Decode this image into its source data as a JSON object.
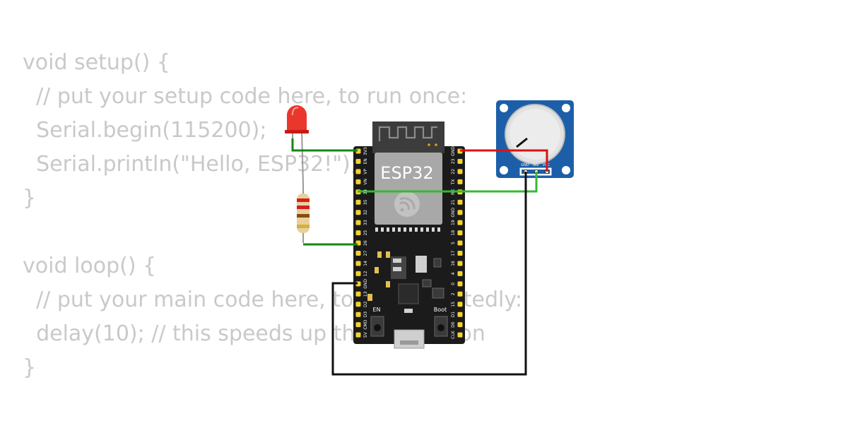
{
  "code": {
    "lines": [
      "void setup() {",
      "  // put your setup code here, to run once:",
      "  Serial.begin(115200);",
      "  Serial.println(\"Hello, ESP32!\");",
      "}",
      "",
      "void loop() {",
      "  // put your main code here, to run repeatedly:",
      "  delay(10); // this speeds up the simulation",
      "}"
    ]
  },
  "board": {
    "name": "ESP32",
    "button_en": "EN",
    "button_boot": "Boot",
    "left_pins": [
      "3V3",
      "EN",
      "VP",
      "VN",
      "34",
      "35",
      "32",
      "33",
      "25",
      "26",
      "27",
      "14",
      "12",
      "GND",
      "13",
      "D2",
      "D3",
      "CMD",
      "5V"
    ],
    "right_pins": [
      "GND",
      "23",
      "22",
      "TX",
      "RX",
      "21",
      "GND",
      "19",
      "18",
      "5",
      "17",
      "16",
      "4",
      "0",
      "2",
      "15",
      "D1",
      "D0",
      "CLK"
    ]
  },
  "potentiometer": {
    "pin_gnd": "GND",
    "pin_sig": "SIG",
    "pin_vcc": "VCC"
  },
  "colors": {
    "code_text": "#c9c9c9",
    "wire_green": "#118811",
    "wire_lime": "#33bb33",
    "wire_red": "#dd1111",
    "wire_black": "#111111",
    "board_black": "#1b1b1b",
    "pin_yellow": "#f2d22e",
    "pot_blue": "#1c5fa8",
    "led_red": "#e8261c"
  }
}
